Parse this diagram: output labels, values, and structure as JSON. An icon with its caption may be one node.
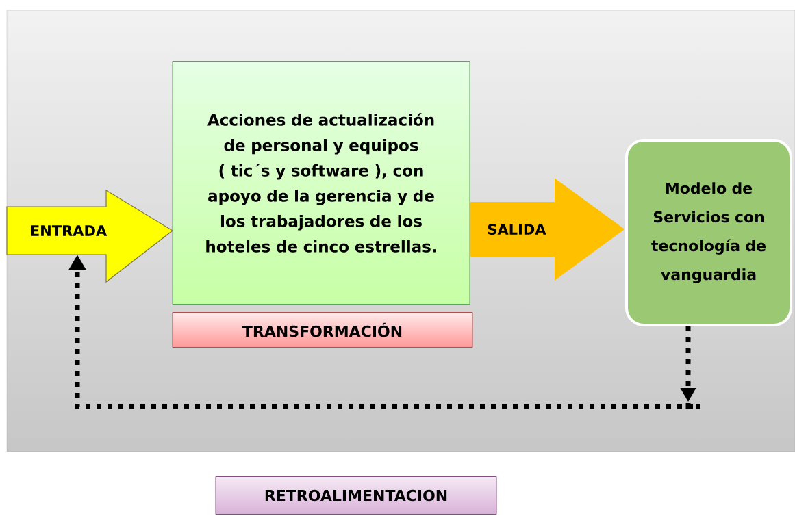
{
  "diagram": {
    "nodes": [
      {
        "text": [
          "ENTRADA"
        ]
      },
      {
        "text": [
          "Acciones de actualización de personal y equipos ( tic´s y software ), con apoyo de la gerencia y de los trabajadores de los hoteles de cinco estrellas."
        ]
      },
      {
        "text": [
          "TRANSFORMACIÓN"
        ]
      },
      {
        "text": [
          "Modelo de Servicios con tecnología de vanguardia"
        ]
      },
      {
        "text": [
          "RETROALIMENTACION"
        ]
      }
    ],
    "edges": [
      {
        "from": 1,
        "to": 3,
        "arrow": "to",
        "label": "SALIDA",
        "style": "thick",
        "color": "#ffc000"
      },
      {
        "from": 3,
        "to": 0,
        "arrow": "to",
        "style": "dashed",
        "color": "#000000"
      }
    ]
  }
}
